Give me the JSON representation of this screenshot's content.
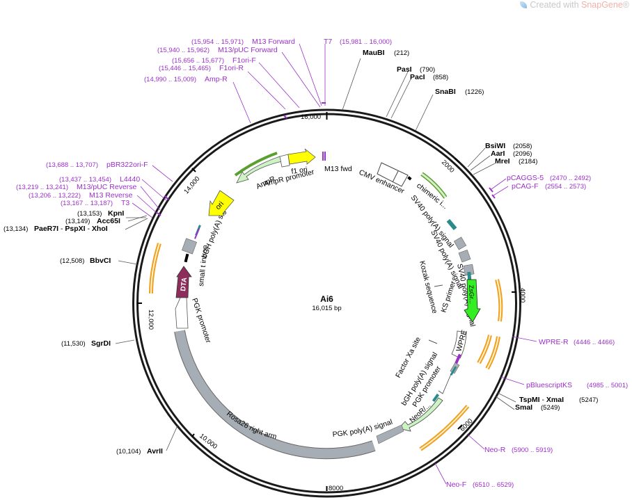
{
  "watermark": {
    "prefix": "Created with ",
    "brand": "SnapGene",
    "reg": "®"
  },
  "plasmid": {
    "name": "Ai6",
    "size": "16,015 bp"
  },
  "ticks": [
    "16,000",
    "2000",
    "4000",
    "6000",
    "8000",
    "10,000",
    "12,000",
    "14,000"
  ],
  "sites": [
    {
      "name": "MauBI",
      "pos": "(212)"
    },
    {
      "name": "PasI",
      "pos": "(790)"
    },
    {
      "name": "PacI",
      "pos": "(858)"
    },
    {
      "name": "SnaBI",
      "pos": "(1226)"
    },
    {
      "name": "BsiWI",
      "pos": "(2058)"
    },
    {
      "name": "AarI",
      "pos": "(2096)"
    },
    {
      "name": "MreI",
      "pos": "(2184)"
    },
    {
      "name": "TspMI",
      "pos": "",
      "sep": " - ",
      "name2": "XmaI",
      "pos2": "(5247)"
    },
    {
      "name": "SmaI",
      "pos": "(5249)"
    },
    {
      "name": "AvrII",
      "pos": "(10,104)"
    },
    {
      "name": "SgrDI",
      "pos": "(11,530)"
    },
    {
      "name": "BbvCI",
      "pos": "(12,508)"
    },
    {
      "name": "Acc65I",
      "pos": "(13,149)"
    },
    {
      "name": "KpnI",
      "pos": "(13,153)"
    },
    {
      "name": "PaeR7I",
      "pos": "(13,134)",
      "sep": " - ",
      "name2": "PspXI",
      "sep2": " - ",
      "name3": "XhoI"
    }
  ],
  "primers": [
    {
      "name": "M13 Forward",
      "pos": "(15,954 .. 15,971)"
    },
    {
      "name": "M13/pUC Forward",
      "pos": "(15,940 .. 15,962)"
    },
    {
      "name": "F1ori-F",
      "pos": "(15,656 .. 15,677)"
    },
    {
      "name": "F1ori-R",
      "pos": "(15,446 .. 15,465)"
    },
    {
      "name": "Amp-R",
      "pos": "(14,990 .. 15,009)"
    },
    {
      "name": "T7",
      "pos": "(15,981 .. 16,000)"
    },
    {
      "name": "pCAGGS-5",
      "pos": "(2470 .. 2492)"
    },
    {
      "name": "pCAG-F",
      "pos": "(2554 .. 2573)"
    },
    {
      "name": "WPRE-R",
      "pos": "(4446 .. 4466)"
    },
    {
      "name": "pBluescriptKS",
      "pos": "(4985 .. 5001)"
    },
    {
      "name": "Neo-R",
      "pos": "(5900 .. 5919)"
    },
    {
      "name": "Neo-F",
      "pos": "(6510 .. 6529)"
    },
    {
      "name": "pBR322ori-F",
      "pos": "(13,688 .. 13,707)"
    },
    {
      "name": "L4440",
      "pos": "(13,437 .. 13,454)"
    },
    {
      "name": "M13/pUC Reverse",
      "pos": "(13,219 .. 13,241)"
    },
    {
      "name": "M13 Reverse",
      "pos": "(13,206 .. 13,222)"
    },
    {
      "name": "T3",
      "pos": "(13,167 .. 13,187)"
    }
  ],
  "features": {
    "m13_fwd": "M13 fwd",
    "cmv_enhancer": "CMV enhancer",
    "chimeric_intron": "chimeric i...",
    "sv40_pa_1": "SV40 poly(A) signal",
    "sv40_pa_2": "SV40 poly(A) signal",
    "sv40_pa_3": "SV40 poly(A) signal",
    "kozak": "Kozak sequence",
    "zsgreen": "ZsGr...",
    "ks_primer": "KS primer",
    "wpre": "WPRE",
    "factor_xa": "Factor Xa site",
    "bgh_pa_1": "bGH poly(A) signal",
    "pgk_promoter_1": "PGK promoter",
    "neor": "NeoR/...",
    "pgk_pa": "PGK poly(A) signal",
    "rosa26": "Rosa26 right arm",
    "pgk_promoter_2": "PGK promoter",
    "dta": "DTA",
    "small_t": "small t intron",
    "bgh_pa_2": "bGH poly(A) signal",
    "ori": "ori",
    "ampr": "AmpR",
    "ampr_promoter": "AmpR promoter",
    "f1_ori": "f1 ori"
  },
  "colors": {
    "backbone": "#1a1a1a",
    "primer": "#9b2fc9",
    "promoter": "#ffffff",
    "gray_feature": "#a6adb4",
    "ori": "#ffff00",
    "f1ori": "#ffff00",
    "ampr": "#ccf2c6",
    "neor": "#ccf2c6",
    "zsgreen": "#33ee22",
    "dta": "#8c2d5c",
    "orf_orange": "#f0a020",
    "intron_green": "#5aa030",
    "teal": "#2b8a8a"
  }
}
